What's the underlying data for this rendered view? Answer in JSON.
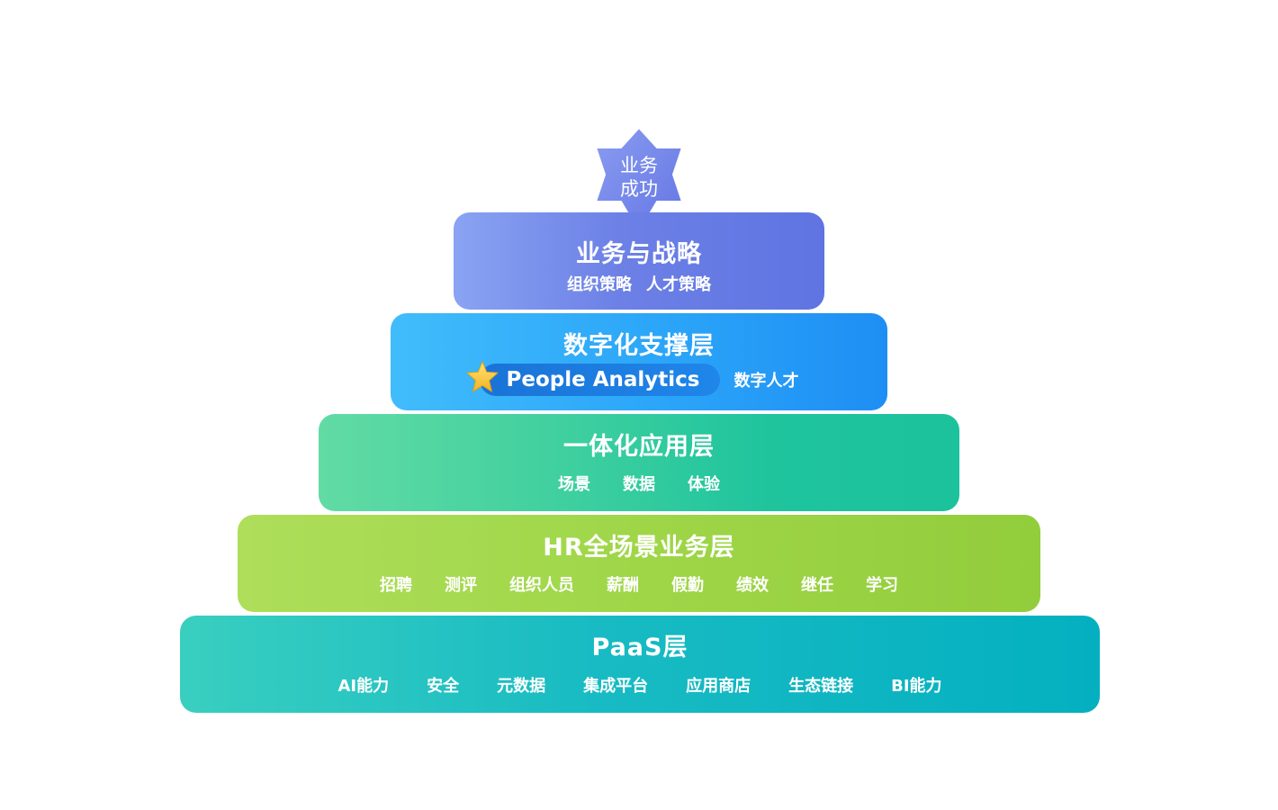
{
  "badge": {
    "line1": "业务",
    "line2": "成功",
    "color": "#7083e8"
  },
  "tiers": {
    "strategy": {
      "title": "业务与战略",
      "items": [
        "组织策略",
        "人才策略"
      ]
    },
    "digital": {
      "title": "数字化支撑层",
      "highlight": "People Analytics",
      "highlight_icon": "star-icon",
      "items": [
        "数字人才"
      ]
    },
    "integration": {
      "title": "一体化应用层",
      "items": [
        "场景",
        "数据",
        "体验"
      ]
    },
    "hr": {
      "title": "HR全场景业务层",
      "items": [
        "招聘",
        "测评",
        "组织人员",
        "薪酬",
        "假勤",
        "绩效",
        "继任",
        "学习"
      ]
    },
    "paas": {
      "title": "PaaS层",
      "items": [
        "AI能力",
        "安全",
        "元数据",
        "集成平台",
        "应用商店",
        "生态链接",
        "BI能力"
      ]
    }
  },
  "colors": {
    "strategy": "#6c80e6",
    "digital": "#2ba5f8",
    "integration": "#1fc49d",
    "hr": "#9fd648",
    "paas": "#04b0c0",
    "star": "#f5c033"
  }
}
